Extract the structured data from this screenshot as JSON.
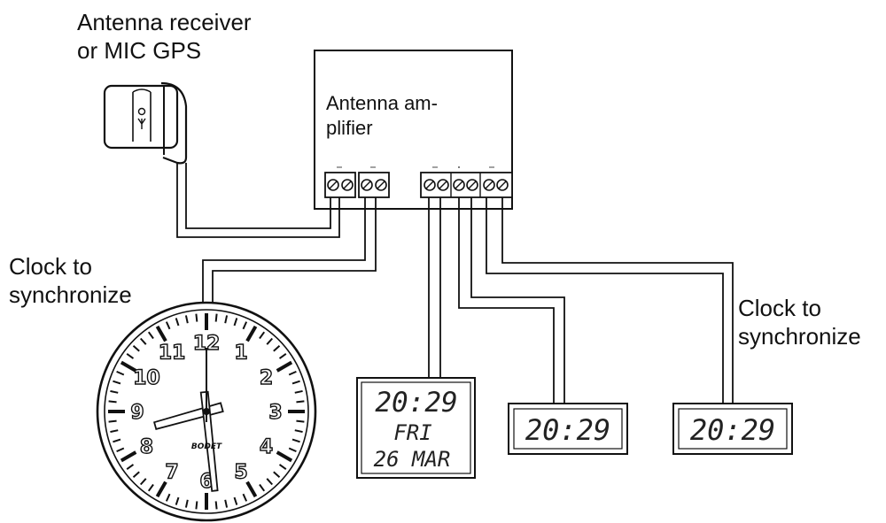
{
  "labels": {
    "antenna_receiver_line1": "Antenna receiver",
    "antenna_receiver_line2": "or MIC GPS",
    "amplifier_line1": "Antenna am-",
    "amplifier_line2": "plifier",
    "clock_left_line1": "Clock to",
    "clock_left_line2": "synchronize",
    "clock_right_line1": "Clock to",
    "clock_right_line2": "synchronize"
  },
  "analog_clock": {
    "numerals": [
      "12",
      "1",
      "2",
      "3",
      "4",
      "5",
      "6",
      "7",
      "8",
      "9",
      "10",
      "11"
    ],
    "hour": 8,
    "minute": 29,
    "brand": "BODET"
  },
  "digital_large": {
    "time": "20:29",
    "day": "FRI",
    "date": "26 MAR"
  },
  "digital_small_1": {
    "time": "20:29"
  },
  "digital_small_2": {
    "time": "20:29"
  }
}
